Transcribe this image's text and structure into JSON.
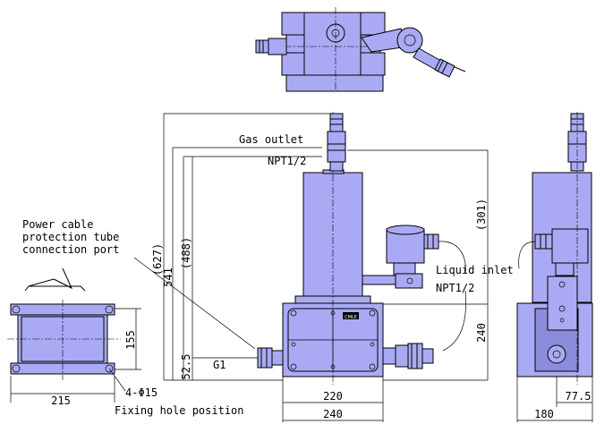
{
  "labels": {
    "gas_outlet": "Gas outlet",
    "gas_outlet_thread": "NPT1/2",
    "power_cable_line1": "Power cable",
    "power_cable_line2": "protection tube",
    "power_cable_line3": "connection port",
    "liquid_inlet": "Liquid inlet",
    "liquid_inlet_thread": "NPT1/2",
    "g1": "G1",
    "fixing_holes": "4-Φ15",
    "fixing_hole_position": "Fixing hole position"
  },
  "dimensions": {
    "overall_height": "(627)",
    "height_541": "541",
    "height_488": "(488)",
    "height_301": "(301)",
    "height_240": "240",
    "height_52_5": "52.5",
    "base_width_220": "220",
    "base_width_240": "240",
    "footprint_215": "215",
    "footprint_155": "155",
    "side_180": "180",
    "side_77_5": "77.5"
  },
  "nameplate": "CMLE",
  "colors": {
    "body": "#aaaaf4",
    "body_dark": "#8c8cdc",
    "line": "#000000"
  }
}
